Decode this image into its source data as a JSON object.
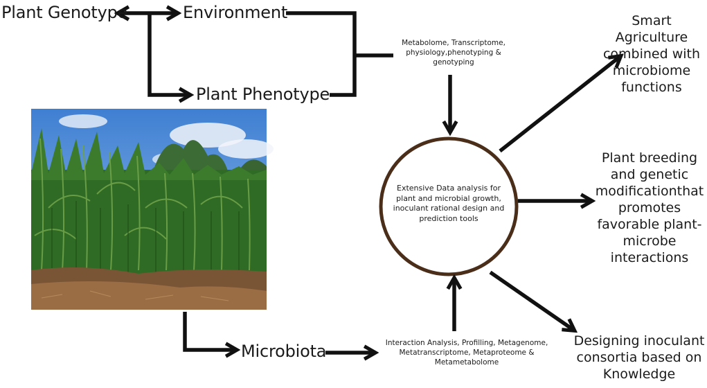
{
  "nodes": {
    "plant_genotype": "Plant Genotype",
    "environment": "Environment",
    "plant_phenotype": "Plant Phenotype",
    "microbiota": "Microbiota",
    "omics_top": [
      "Metabolome, Transcriptome,",
      "physiology,phenotyping &",
      "genotyping"
    ],
    "central": [
      "Extensive Data analysis for",
      "plant and microbial growth,",
      "inoculant rational design and",
      "prediction tools"
    ],
    "omics_bottom": [
      "Interaction Analysis, Profilling, Metagenome,",
      "Metatranscriptome, Metaproteome &",
      "Metametabolome"
    ],
    "outcome_smart": [
      "Smart",
      "Agriculture",
      "combined with",
      "microbiome",
      "functions"
    ],
    "outcome_breeding": [
      "Plant breeding",
      "and genetic",
      "modificationthat",
      "promotes",
      "favorable plant-",
      "microbe",
      "interactions"
    ],
    "outcome_inoculant": [
      "Designing inoculant",
      "consortia based on",
      "Knowledge"
    ]
  },
  "photo": {
    "subject": "maize field under blue sky",
    "colors": {
      "sky": "#5b8fd6",
      "cloud": "#e8eef6",
      "leaf": "#2f6b25",
      "leaf_light": "#6fa34a",
      "soil": "#8a5a3a"
    }
  },
  "colors": {
    "line": "#111111",
    "text": "#1a1a1a",
    "circle_stroke": "#4a2e1a"
  }
}
